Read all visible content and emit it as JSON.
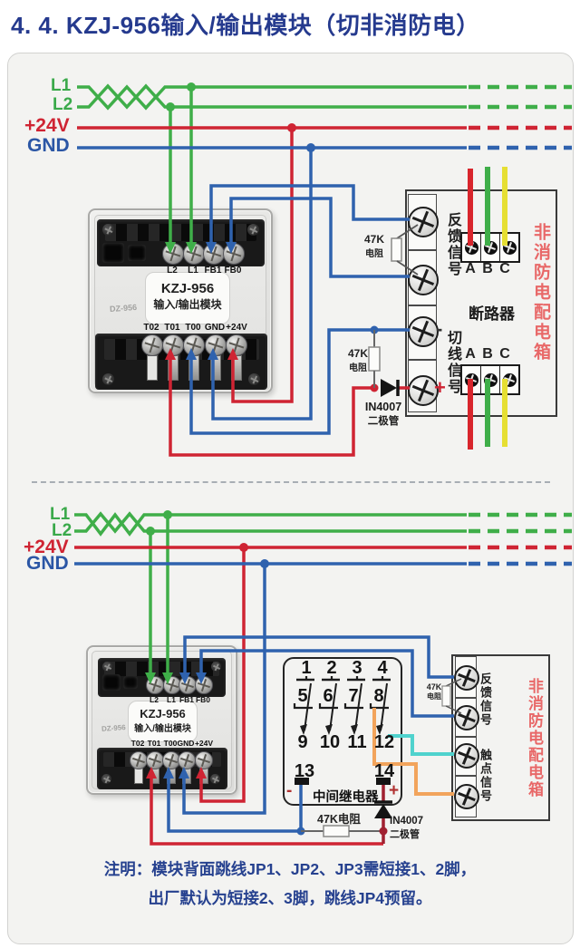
{
  "title": "4. 4.  KZJ-956输入/输出模块（切非消防电）",
  "bus": {
    "l1": "L1",
    "l2": "L2",
    "v24": "+24V",
    "gnd": "GND"
  },
  "module": {
    "model": "KZJ-956",
    "name": "输入/输出模块",
    "engraving": "DZ-956",
    "top_terminals": [
      "L2",
      "L1",
      "FB1",
      "FB0"
    ],
    "bottom_terminals": [
      "T02",
      "T01",
      "T00",
      "GND",
      "+24V"
    ]
  },
  "distribution_box_top": {
    "feedback_label": "反馈信号",
    "cutline_label": "切线信号",
    "breaker_label": "断路器",
    "box_label": "非消防电配电箱",
    "phases": [
      "A",
      "B",
      "C"
    ],
    "minus": "-",
    "plus": "+"
  },
  "distribution_box_bottom": {
    "feedback_label": "反馈信号",
    "contact_label": "触点信号",
    "box_label": "非消防电配电箱"
  },
  "resistor": {
    "value": "47K",
    "unit_label": "电阻",
    "inline_label": "47K电阻"
  },
  "diode": {
    "model": "IN4007",
    "label": "二极管"
  },
  "relay": {
    "name": "中间继电器",
    "row1": [
      "1",
      "2",
      "3",
      "4"
    ],
    "row2": [
      "5",
      "6",
      "7",
      "8"
    ],
    "row3": [
      "9",
      "10",
      "11",
      "12"
    ],
    "pin13": "13",
    "pin14": "14",
    "minus": "-",
    "plus": "+"
  },
  "note": {
    "line1": "注明：模块背面跳线JP1、JP2、JP3需短接1、2脚，",
    "line2": "出厂默认为短接2、3脚，跳线JP4预留。"
  },
  "colors": {
    "wire_green": "#3fae49",
    "wire_blue": "#2f62ae",
    "wire_red": "#cf2433",
    "wire_dark_red": "#a02030",
    "wire_yellow": "#e6df33",
    "wire_orange": "#f2a45c",
    "wire_cyan": "#4fd2cd",
    "title_navy": "#253a8e",
    "box_text_red": "#e86868",
    "note_blue": "#26418f"
  }
}
